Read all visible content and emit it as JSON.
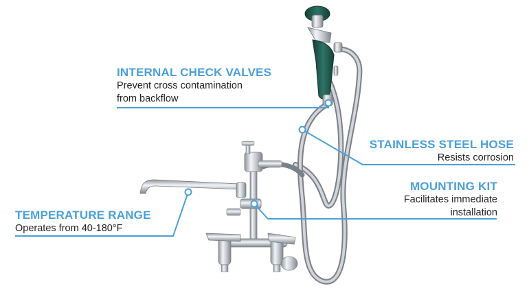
{
  "callouts": {
    "check_valves": {
      "title": "INTERNAL CHECK VALVES",
      "desc_line1": "Prevent cross contamination",
      "desc_line2": "from backflow"
    },
    "stainless_hose": {
      "title": "STAINLESS STEEL HOSE",
      "desc_line1": "Resists corrosion"
    },
    "mounting_kit": {
      "title": "MOUNTING KIT",
      "desc_line1": "Facilitates immediate",
      "desc_line2": "installation"
    },
    "temperature": {
      "title": "TEMPERATURE RANGE",
      "desc_line1": "Operates from 40-180°F"
    }
  },
  "colors": {
    "accent": "#4a9fd8",
    "text": "#222222",
    "chrome": "#c8ccd2",
    "handle_green": "#1f5a4e",
    "hose": "#9ea4aa"
  }
}
